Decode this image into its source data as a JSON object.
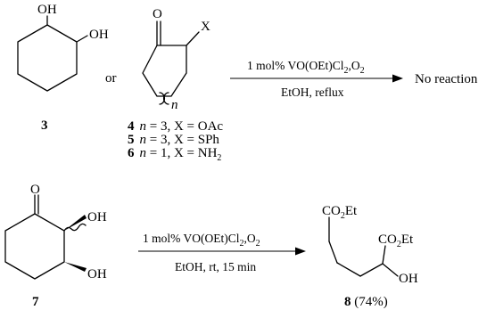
{
  "reaction1": {
    "cmpd3": {
      "oh1": "OH",
      "oh2": "OH",
      "number": "3"
    },
    "connector": "or",
    "cmpd4": {
      "carbonyl": "O",
      "substituent": "X",
      "ring_index": "n"
    },
    "conditions_above": "1 mol% VO(OEt)Cl",
    "conditions_above_sub": "2",
    "conditions_above_tail": ",O",
    "conditions_above_sub2": "2",
    "conditions_below": "EtOH, reflux",
    "product": "No reaction",
    "entries": [
      {
        "number": "4",
        "n_label": "n",
        "text": " = 3, X = OAc",
        "sub": ""
      },
      {
        "number": "5",
        "n_label": "n",
        "text": " = 3, X = SPh",
        "sub": ""
      },
      {
        "number": "6",
        "n_label": "n",
        "text": " = 1, X = NH",
        "sub": "2"
      }
    ]
  },
  "reaction2": {
    "cmpd7": {
      "carbonyl": "O",
      "oh1": "OH",
      "oh2": "OH",
      "number": "7"
    },
    "conditions_above": "1 mol% VO(OEt)Cl",
    "conditions_above_sub": "2",
    "conditions_above_tail": ",O",
    "conditions_above_sub2": "2",
    "conditions_below": "EtOH, rt, 15 min",
    "cmpd8": {
      "ester_top": "CO",
      "ester_top_sub": "2",
      "ester_top_tail": "Et",
      "ester_right": "CO",
      "ester_right_sub": "2",
      "ester_right_tail": "Et",
      "oh": "OH",
      "number": "8",
      "yield": " (74%)"
    }
  }
}
